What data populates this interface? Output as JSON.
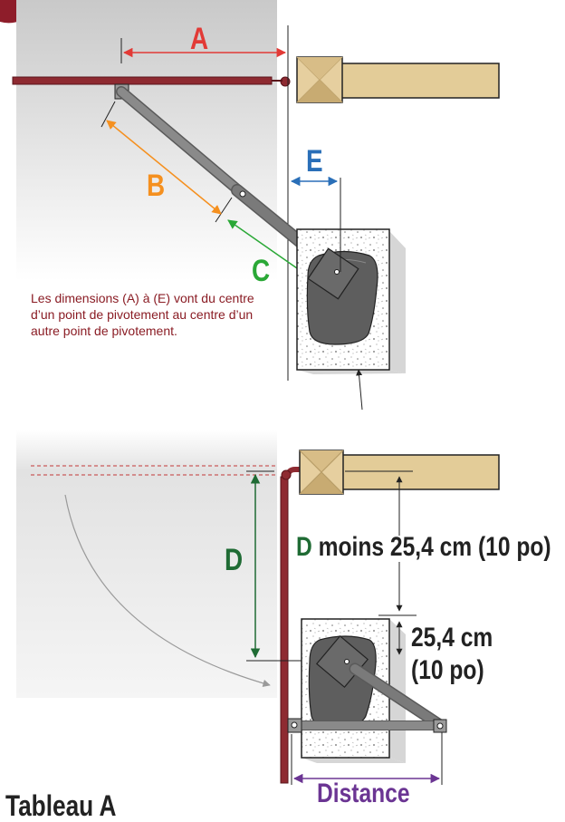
{
  "labels": {
    "a": "A",
    "b": "B",
    "c": "C",
    "d": "D",
    "e": "E",
    "note": "Les dimensions (A) à (E) vont du centre d’un point de pivotement au centre d’un autre point de pivotement.",
    "d_moins_letter": "D",
    "d_moins_text": "moins 25,4 cm (10 po)",
    "offset_line1": "25,4 cm",
    "offset_line2": "(10 po)",
    "distance": "Distance",
    "bottom_title": "Tableau A"
  },
  "colors": {
    "a": "#e23a36",
    "b": "#f5901f",
    "c": "#2aa836",
    "d": "#1f6b34",
    "e": "#2a6fb8",
    "note": "#8a1c24",
    "distance": "#6b3593",
    "gate": "#8e2a31",
    "arm": "#7f7f7f",
    "post": "#e6cf9f",
    "beam": "#e3cc98",
    "badge": "#8e1d2a"
  }
}
